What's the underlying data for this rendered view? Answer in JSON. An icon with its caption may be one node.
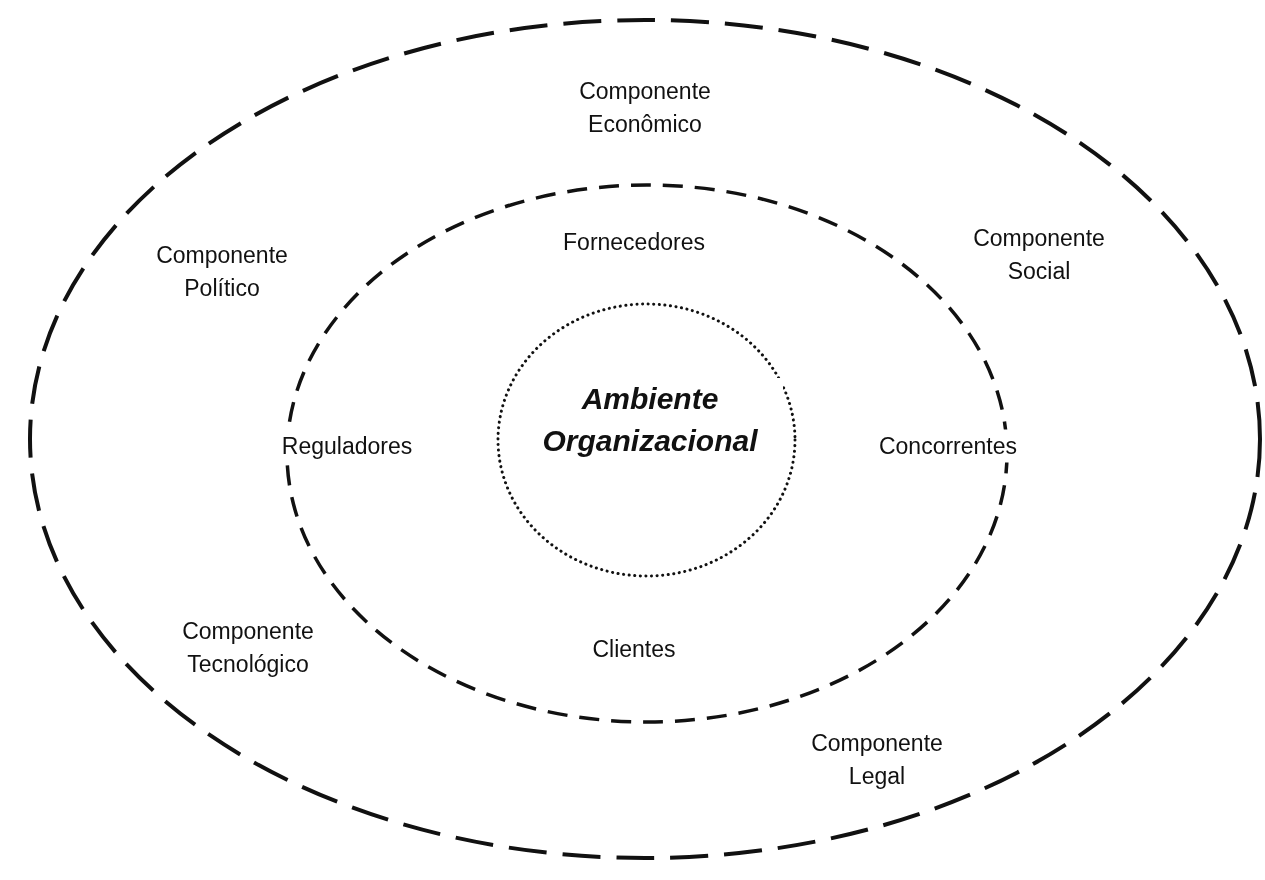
{
  "diagram": {
    "nodes": [
      {
        "text": [
          "Componente Econômico",
          "Componente Político",
          "Componente Social",
          "Componente Tecnológico",
          "Componente Legal"
        ]
      },
      {
        "text": [
          "Fornecedores",
          "Reguladores",
          "Concorrentes",
          "Clientes"
        ],
        "in": 0
      },
      {
        "text": [
          "Ambiente Organizacional"
        ],
        "in": 1
      }
    ]
  }
}
